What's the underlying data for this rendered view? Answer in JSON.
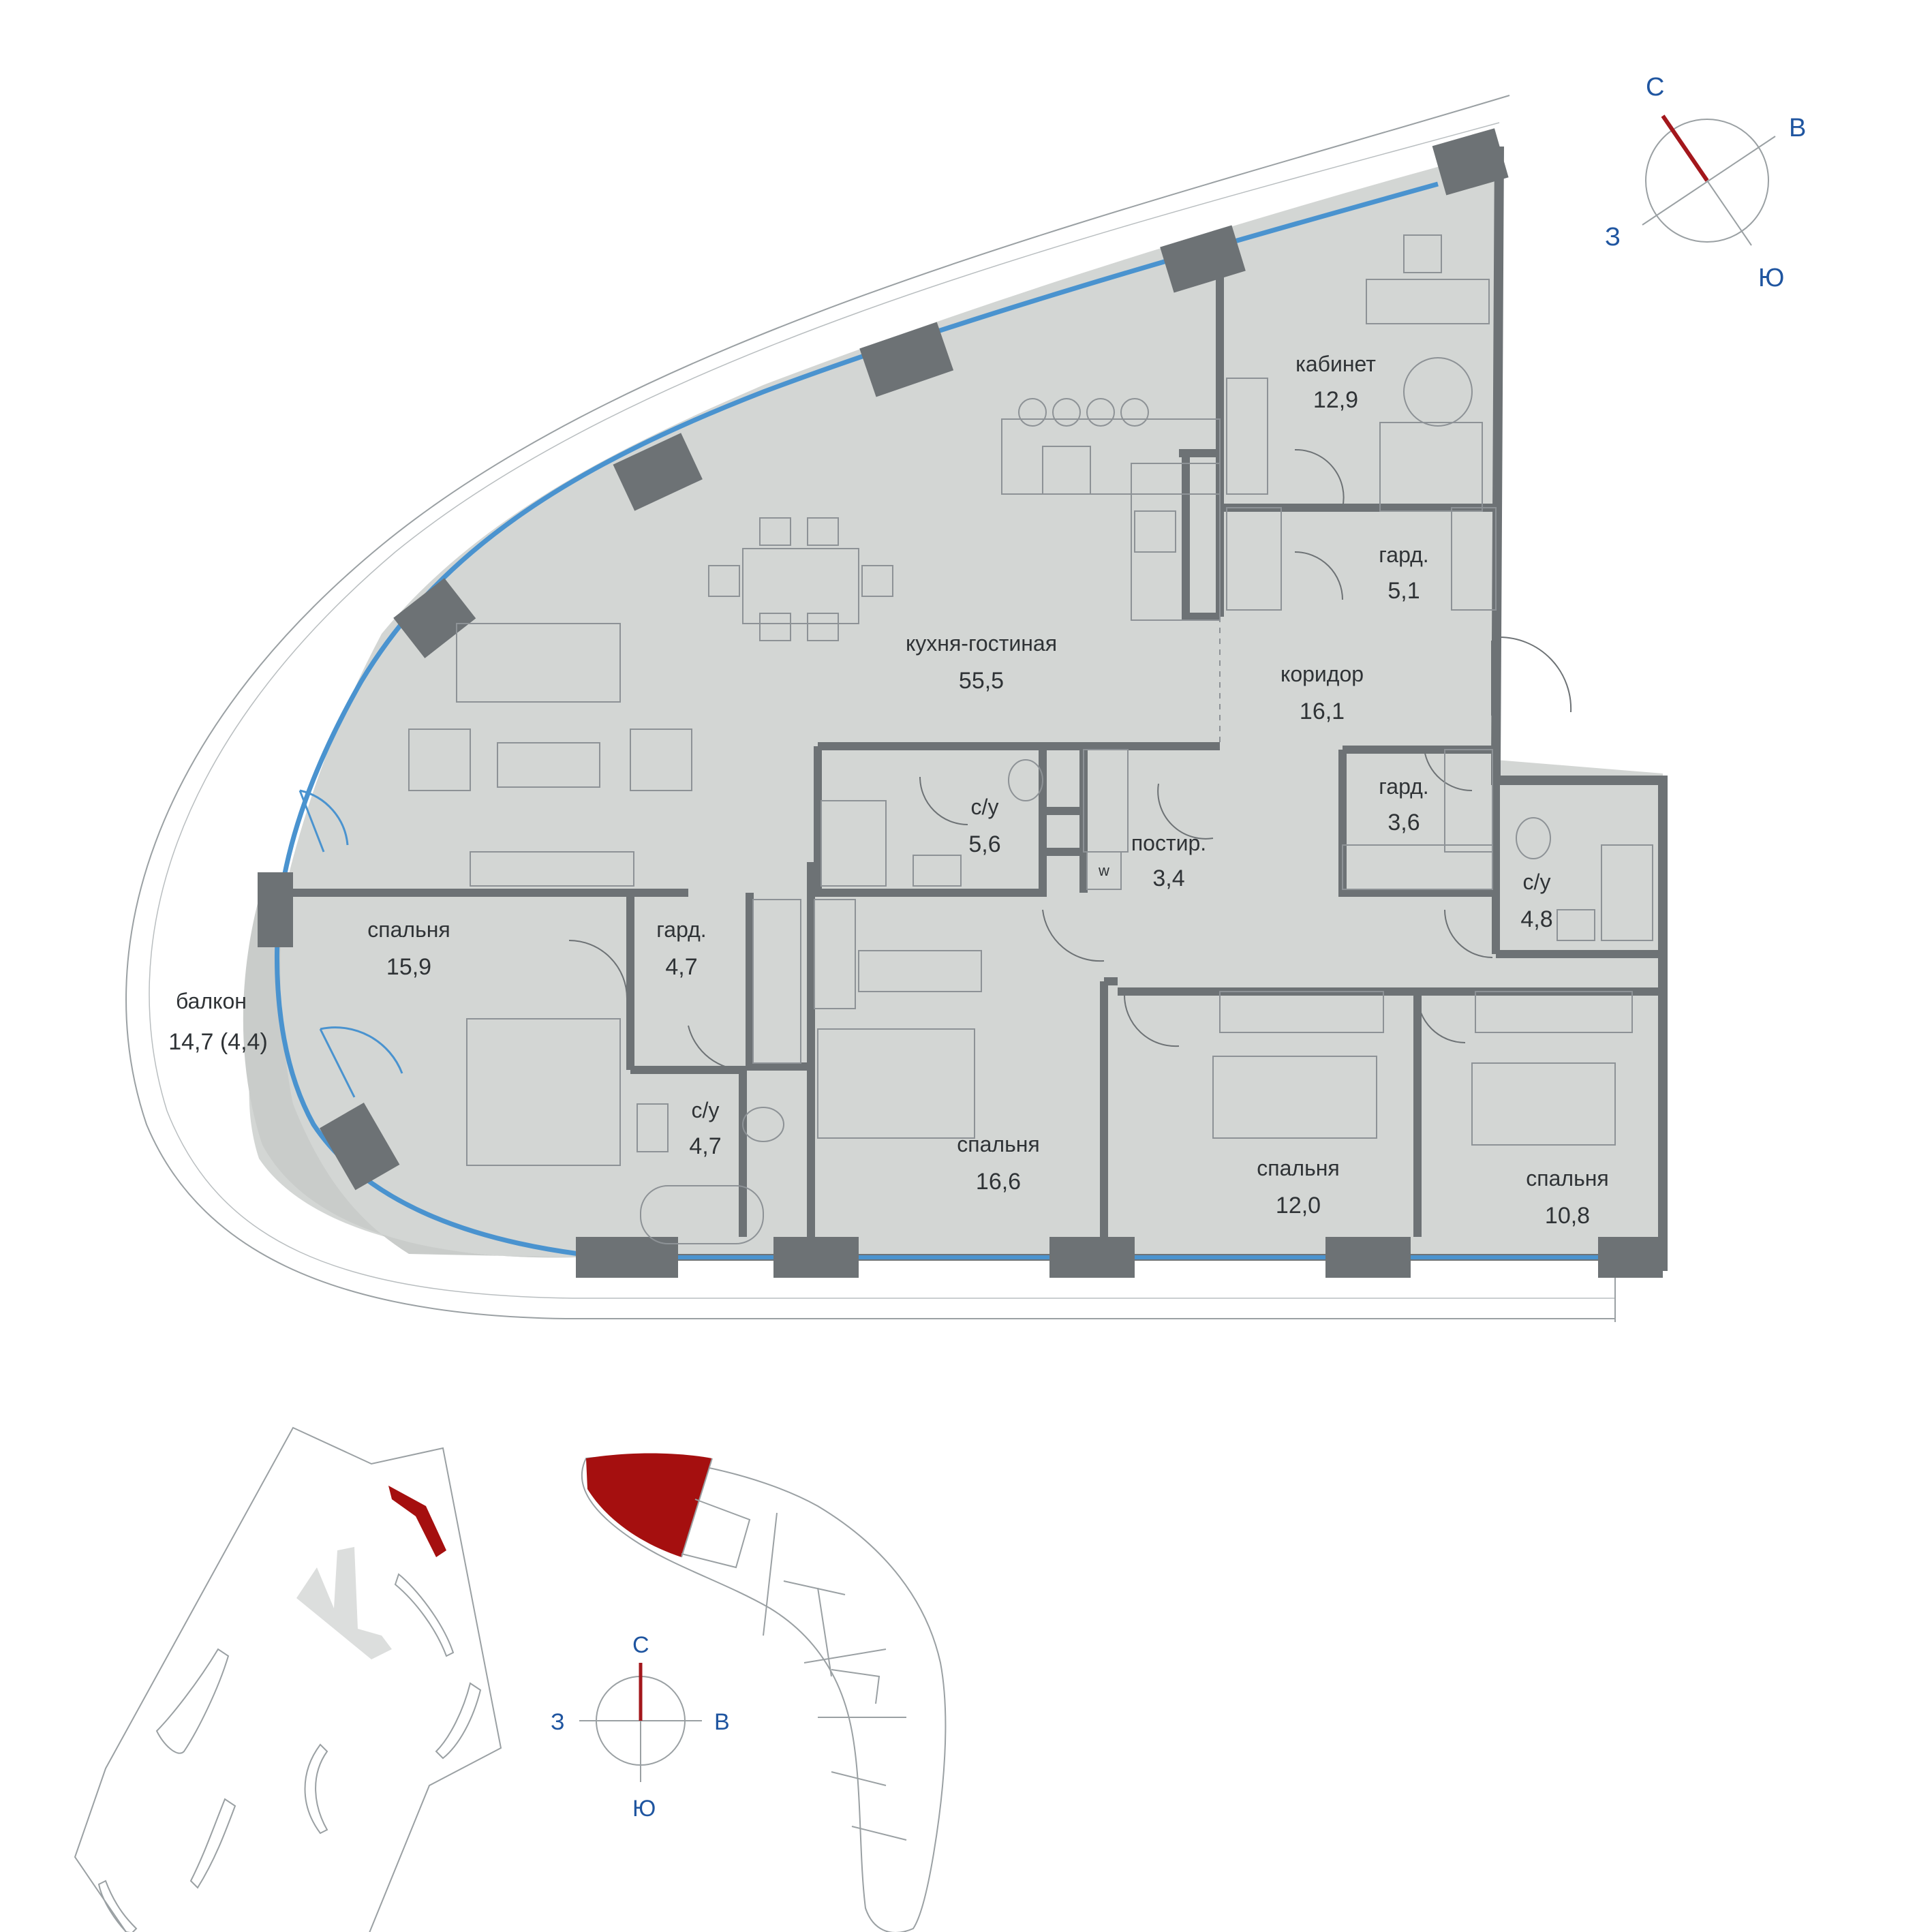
{
  "plan": {
    "rooms": [
      {
        "id": "kitchen-living",
        "name": "кухня-гостиная",
        "area": "55,5"
      },
      {
        "id": "study",
        "name": "кабинет",
        "area": "12,9"
      },
      {
        "id": "wardrobe-1",
        "name": "гард.",
        "area": "5,1"
      },
      {
        "id": "corridor",
        "name": "коридор",
        "area": "16,1"
      },
      {
        "id": "bath-1",
        "name": "с/у",
        "area": "5,6"
      },
      {
        "id": "laundry",
        "name": "постир.",
        "area": "3,4"
      },
      {
        "id": "wardrobe-2",
        "name": "гард.",
        "area": "3,6"
      },
      {
        "id": "bath-2",
        "name": "с/у",
        "area": "4,8"
      },
      {
        "id": "bedroom-1",
        "name": "спальня",
        "area": "15,9"
      },
      {
        "id": "wardrobe-3",
        "name": "гард.",
        "area": "4,7"
      },
      {
        "id": "balcony",
        "name": "балкон",
        "area": "14,7 (4,4)"
      },
      {
        "id": "bath-3",
        "name": "с/у",
        "area": "4,7"
      },
      {
        "id": "bedroom-2",
        "name": "спальня",
        "area": "16,6"
      },
      {
        "id": "bedroom-3",
        "name": "спальня",
        "area": "12,0"
      },
      {
        "id": "bedroom-4",
        "name": "спальня",
        "area": "10,8"
      }
    ],
    "washer_mark": "w"
  },
  "compass_main": {
    "north": "С",
    "east": "В",
    "south": "Ю",
    "west": "З",
    "needle_color": "#a3171c"
  },
  "compass_small": {
    "north": "С",
    "east": "В",
    "south": "Ю",
    "west": "З",
    "needle_color": "#a3171c"
  },
  "colors": {
    "room_fill": "#d3d6d4",
    "wall": "#6d7275",
    "glass": "#4a93cf",
    "highlight": "#a50f0f",
    "label_blue": "#1f55a0"
  }
}
